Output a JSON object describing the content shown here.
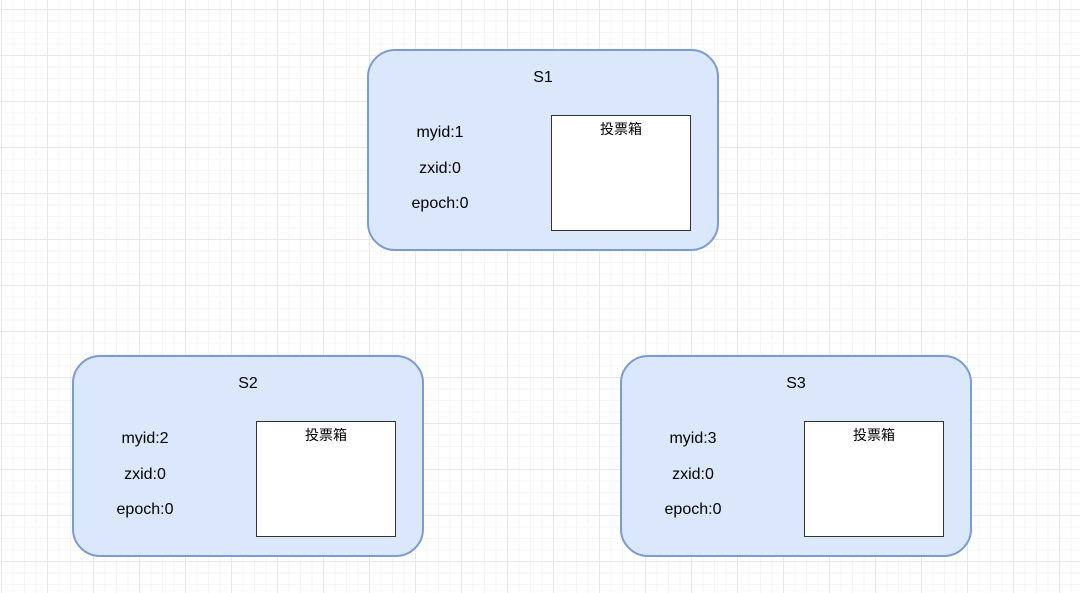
{
  "style": {
    "node_fill": "#dbe8fb",
    "node_stroke": "#7a9bd3",
    "box_border": "#333333",
    "grid_minor": "#f5f5f5",
    "grid_major": "#e9e9e9",
    "canvas_bg": "#ffffff",
    "text_color": "#000000"
  },
  "nodes": [
    {
      "title": "S1",
      "attrs": [
        "myid:1",
        "zxid:0",
        "epoch:0"
      ],
      "ballot_box_label": "投票箱"
    },
    {
      "title": "S2",
      "attrs": [
        "myid:2",
        "zxid:0",
        "epoch:0"
      ],
      "ballot_box_label": "投票箱"
    },
    {
      "title": "S3",
      "attrs": [
        "myid:3",
        "zxid:0",
        "epoch:0"
      ],
      "ballot_box_label": "投票箱"
    }
  ]
}
